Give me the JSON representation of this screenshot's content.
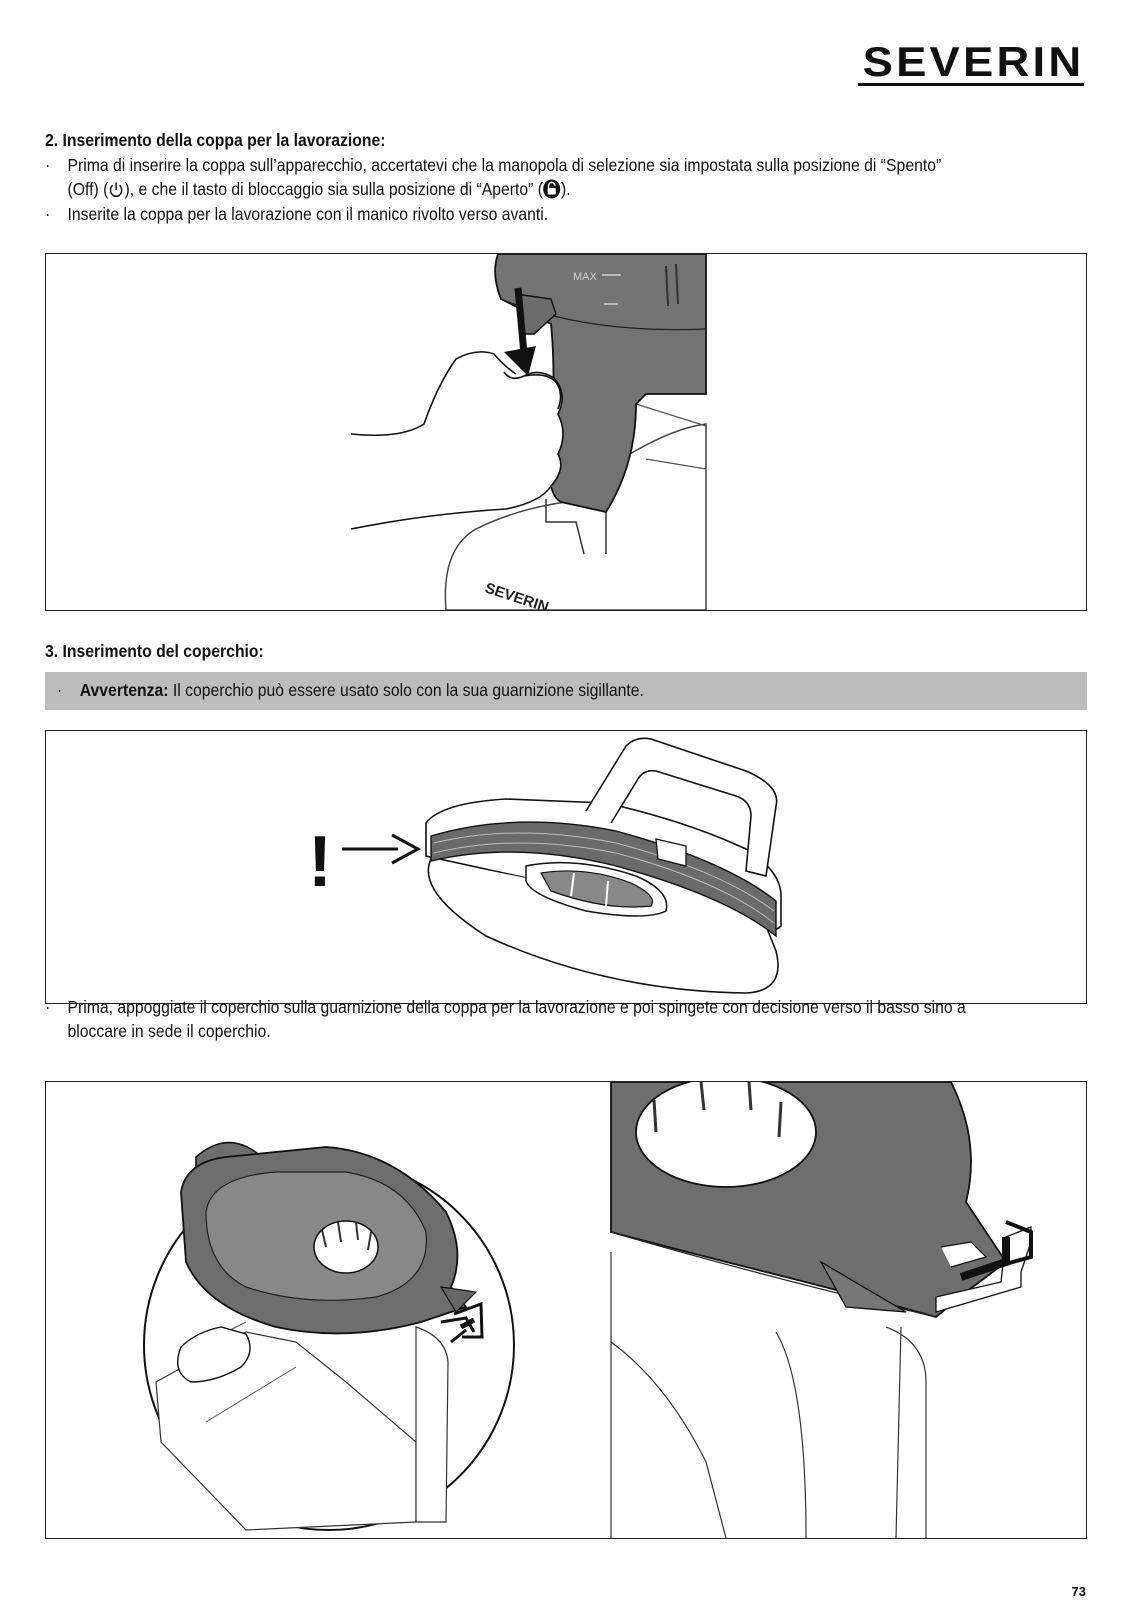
{
  "brand": {
    "logo": "SEVERIN"
  },
  "section2": {
    "title": "2. Inserimento della coppa per la lavorazione:",
    "bullet1_a": "Prima di inserire la coppa sull’apparecchio, accertatevi che la manopola di selezione sia impostata sulla posizione di “Spento”",
    "bullet1_b": "(Off) (",
    "bullet1_c": "), e che il tasto di bloccaggio sia sulla posizione di “Aperto” (",
    "bullet1_d": ").",
    "bullet2": "Inserite la coppa per la lavorazione con il manico rivolto verso avanti."
  },
  "figure1": {
    "max_label": "MAX",
    "brand_label": "SEVERIN"
  },
  "section3": {
    "title": "3. Inserimento del coperchio:",
    "warning_label": "Avvertenza:",
    "warning_text": " Il coperchio può essere usato solo con la sua guarnizione sigillante.",
    "figure2_mark": "!",
    "bullet1_a": "Prima, appoggiate il coperchio sulla guarnizione della coppa per la lavorazione e poi spingete con decisione verso il basso sino a",
    "bullet1_b": "bloccare in sede il coperchio."
  },
  "bullet_char": "·",
  "icons": [
    "power-icon",
    "unlock-icon",
    "arrow-right-icon",
    "arrow-down-icon"
  ],
  "footer": {
    "page_number": "73"
  }
}
